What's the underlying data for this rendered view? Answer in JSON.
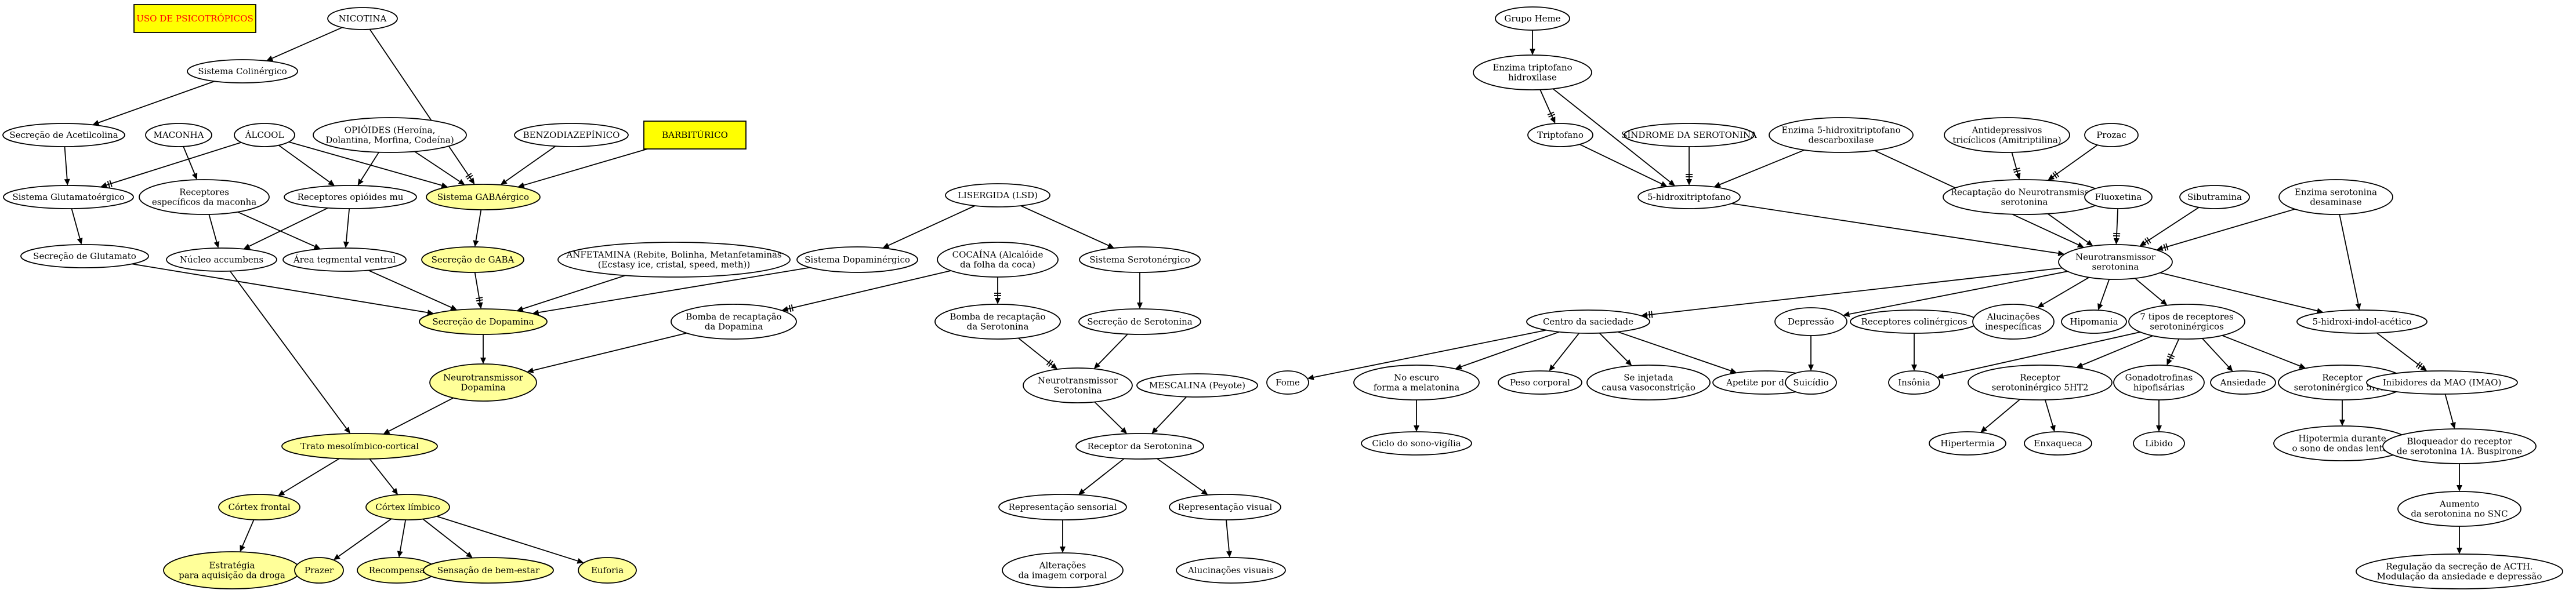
{
  "colors": {
    "node_fill": "#ffffff",
    "highlight_fill": "#ffff99",
    "box_fill": "#ffff00",
    "stroke": "#000000",
    "red_text": "#ff0000"
  },
  "nodes": [
    {
      "id": "uso",
      "lines": [
        "USO DE PSICOTRÓPICOS"
      ],
      "style": "redbox"
    },
    {
      "id": "nicotina",
      "lines": [
        "NICOTINA"
      ],
      "style": "plain"
    },
    {
      "id": "colinergico",
      "lines": [
        "Sistema Colinérgico"
      ],
      "style": "plain"
    },
    {
      "id": "sec_acetil",
      "lines": [
        "Secreção de Acetilcolina"
      ],
      "style": "plain"
    },
    {
      "id": "maconha",
      "lines": [
        "MACONHA"
      ],
      "style": "plain"
    },
    {
      "id": "alcool",
      "lines": [
        "ÁLCOOL"
      ],
      "style": "plain"
    },
    {
      "id": "opioides",
      "lines": [
        "OPIÓIDES (Heroína,",
        "Dolantina, Morfina, Codeína)"
      ],
      "style": "plain"
    },
    {
      "id": "benzo",
      "lines": [
        "BENZODIAZEPÍNICO"
      ],
      "style": "plain"
    },
    {
      "id": "barbiturico",
      "lines": [
        "BARBITÚRICO"
      ],
      "style": "box"
    },
    {
      "id": "glutamat",
      "lines": [
        "Sistema Glutamatoérgico"
      ],
      "style": "plain"
    },
    {
      "id": "rec_maconha",
      "lines": [
        "Receptores",
        "específicos da maconha"
      ],
      "style": "plain"
    },
    {
      "id": "rec_opioides",
      "lines": [
        "Receptores opióides mu"
      ],
      "style": "plain"
    },
    {
      "id": "gaba",
      "lines": [
        "Sistema GABAérgico"
      ],
      "style": "yellow"
    },
    {
      "id": "sec_glut",
      "lines": [
        "Secreção de Glutamato"
      ],
      "style": "plain"
    },
    {
      "id": "accumbens",
      "lines": [
        "Núcleo accumbens"
      ],
      "style": "plain"
    },
    {
      "id": "tegmental",
      "lines": [
        "Área tegmental ventral"
      ],
      "style": "plain"
    },
    {
      "id": "sec_gaba",
      "lines": [
        "Secreção de GABA"
      ],
      "style": "yellow"
    },
    {
      "id": "anfetamina",
      "lines": [
        "ANFETAMINA (Rebite, Bolinha, Metanfetaminas",
        "(Ecstasy ice, cristal, speed, meth))"
      ],
      "style": "plain"
    },
    {
      "id": "lsd",
      "lines": [
        "LISERGIDA (LSD)"
      ],
      "style": "plain"
    },
    {
      "id": "dopaminergico",
      "lines": [
        "Sistema Dopaminérgico"
      ],
      "style": "plain"
    },
    {
      "id": "cocaina",
      "lines": [
        "COCAÍNA (Alcalóide",
        "da folha da coca)"
      ],
      "style": "plain"
    },
    {
      "id": "serotonergico",
      "lines": [
        "Sistema Serotonérgico"
      ],
      "style": "plain"
    },
    {
      "id": "sec_dopamina",
      "lines": [
        "Secreção de Dopamina"
      ],
      "style": "yellow"
    },
    {
      "id": "bomba_dop",
      "lines": [
        "Bomba de recaptação",
        "da Dopamina"
      ],
      "style": "plain"
    },
    {
      "id": "bomba_ser",
      "lines": [
        "Bomba de recaptação",
        "da Serotonina"
      ],
      "style": "plain"
    },
    {
      "id": "sec_serotonina",
      "lines": [
        "Secreção de Serotonina"
      ],
      "style": "plain"
    },
    {
      "id": "neuro_dop",
      "lines": [
        "Neurotransmissor",
        "Dopamina"
      ],
      "style": "yellow"
    },
    {
      "id": "neuro_ser_l",
      "lines": [
        "Neurotransmissor",
        "Serotonina"
      ],
      "style": "plain"
    },
    {
      "id": "mescalina",
      "lines": [
        "MESCALINA (Peyote)"
      ],
      "style": "plain"
    },
    {
      "id": "trato",
      "lines": [
        "Trato mesolímbico-cortical"
      ],
      "style": "yellow"
    },
    {
      "id": "rec_serotonina",
      "lines": [
        "Receptor da Serotonina"
      ],
      "style": "plain"
    },
    {
      "id": "cortex_frontal",
      "lines": [
        "Córtex frontal"
      ],
      "style": "yellow"
    },
    {
      "id": "cortex_limbico",
      "lines": [
        "Córtex límbico"
      ],
      "style": "yellow"
    },
    {
      "id": "rep_sensorial",
      "lines": [
        "Representação sensorial"
      ],
      "style": "plain"
    },
    {
      "id": "rep_visual",
      "lines": [
        "Representação visual"
      ],
      "style": "plain"
    },
    {
      "id": "estrategia",
      "lines": [
        "Estratégia",
        "para aquisição da droga"
      ],
      "style": "yellow"
    },
    {
      "id": "prazer",
      "lines": [
        "Prazer"
      ],
      "style": "yellow"
    },
    {
      "id": "recompensa",
      "lines": [
        "Recompensa"
      ],
      "style": "yellow"
    },
    {
      "id": "bem_estar",
      "lines": [
        "Sensação de bem-estar"
      ],
      "style": "yellow"
    },
    {
      "id": "euforia",
      "lines": [
        "Euforia"
      ],
      "style": "yellow"
    },
    {
      "id": "alteracoes",
      "lines": [
        "Alterações",
        "da imagem corporal"
      ],
      "style": "plain"
    },
    {
      "id": "alucinacoes_vis",
      "lines": [
        "Alucinações visuais"
      ],
      "style": "plain"
    },
    {
      "id": "heme",
      "lines": [
        "Grupo Heme"
      ],
      "style": "plain"
    },
    {
      "id": "triptofano_hid",
      "lines": [
        "Enzima triptofano",
        "hidroxilase"
      ],
      "style": "plain"
    },
    {
      "id": "triptofano",
      "lines": [
        "Triptofano"
      ],
      "style": "plain"
    },
    {
      "id": "sindrome",
      "lines": [
        "SÍNDROME DA SEROTONINA"
      ],
      "style": "plain"
    },
    {
      "id": "descarbox",
      "lines": [
        "Enzima 5-hidroxitriptofano",
        "descarboxilase"
      ],
      "style": "plain"
    },
    {
      "id": "antidepressivos",
      "lines": [
        "Antidepressivos",
        "tricíclicos (Amitriptilina)"
      ],
      "style": "plain"
    },
    {
      "id": "prozac",
      "lines": [
        "Prozac"
      ],
      "style": "plain"
    },
    {
      "id": "htp5",
      "lines": [
        "5-hidroxitriptofano"
      ],
      "style": "plain"
    },
    {
      "id": "recaptacao",
      "lines": [
        "Recaptação do Neurotransmissor",
        "serotonina"
      ],
      "style": "plain"
    },
    {
      "id": "fluoxetina",
      "lines": [
        "Fluoxetina"
      ],
      "style": "plain"
    },
    {
      "id": "sibutramina",
      "lines": [
        "Sibutramina"
      ],
      "style": "plain"
    },
    {
      "id": "desaminase",
      "lines": [
        "Enzima serotonina",
        "desaminase"
      ],
      "style": "plain"
    },
    {
      "id": "neuro_ser_r",
      "lines": [
        "Neurotransmissor",
        "serotonina"
      ],
      "style": "plain"
    },
    {
      "id": "saciedade",
      "lines": [
        "Centro da saciedade"
      ],
      "style": "plain"
    },
    {
      "id": "depressao",
      "lines": [
        "Depressão"
      ],
      "style": "plain"
    },
    {
      "id": "rec_colin",
      "lines": [
        "Receptores colinérgicos"
      ],
      "style": "plain"
    },
    {
      "id": "alucinacoes_inesp",
      "lines": [
        "Alucinações",
        "inespecíficas"
      ],
      "style": "plain"
    },
    {
      "id": "hipomania",
      "lines": [
        "Hipomania"
      ],
      "style": "plain"
    },
    {
      "id": "tipos7",
      "lines": [
        "7 tipos de receptores",
        "serotoninérgicos"
      ],
      "style": "plain"
    },
    {
      "id": "hiaa",
      "lines": [
        "5-hidroxi-indol-acético"
      ],
      "style": "plain"
    },
    {
      "id": "fome",
      "lines": [
        "Fome"
      ],
      "style": "plain"
    },
    {
      "id": "escuro",
      "lines": [
        "No escuro",
        "forma a melatonina"
      ],
      "style": "plain"
    },
    {
      "id": "peso",
      "lines": [
        "Peso corporal"
      ],
      "style": "plain"
    },
    {
      "id": "injetada",
      "lines": [
        "Se injetada",
        "causa vasoconstrição"
      ],
      "style": "plain"
    },
    {
      "id": "apetite",
      "lines": [
        "Apetite por doces"
      ],
      "style": "plain"
    },
    {
      "id": "suicidio",
      "lines": [
        "Suicídio"
      ],
      "style": "plain"
    },
    {
      "id": "insonia",
      "lines": [
        "Insônia"
      ],
      "style": "plain"
    },
    {
      "id": "ht2",
      "lines": [
        "Receptor",
        "serotoninérgico 5HT2"
      ],
      "style": "plain"
    },
    {
      "id": "gonado",
      "lines": [
        "Gonadotrofinas",
        "hipofisárias"
      ],
      "style": "plain"
    },
    {
      "id": "ansiedade",
      "lines": [
        "Ansiedade"
      ],
      "style": "plain"
    },
    {
      "id": "ht1",
      "lines": [
        "Receptor",
        "serotoninérgico 5HT1"
      ],
      "style": "plain"
    },
    {
      "id": "imao",
      "lines": [
        "Inibidores da MAO (IMAO)"
      ],
      "style": "plain"
    },
    {
      "id": "ciclo",
      "lines": [
        "Ciclo do sono-vigília"
      ],
      "style": "plain"
    },
    {
      "id": "hipertermia",
      "lines": [
        "Hipertermia"
      ],
      "style": "plain"
    },
    {
      "id": "enxaqueca",
      "lines": [
        "Enxaqueca"
      ],
      "style": "plain"
    },
    {
      "id": "libido",
      "lines": [
        "Libido"
      ],
      "style": "plain"
    },
    {
      "id": "hipotermia",
      "lines": [
        "Hipotermia durante",
        "o sono de ondas lentas"
      ],
      "style": "plain"
    },
    {
      "id": "bloqueador",
      "lines": [
        "Bloqueador do receptor",
        "de serotonina 1A. Buspirone"
      ],
      "style": "plain"
    },
    {
      "id": "aumento",
      "lines": [
        "Aumento",
        "da serotonina no SNC"
      ],
      "style": "plain"
    },
    {
      "id": "regulacao",
      "lines": [
        "Regulação da secreção de ACTH.",
        "Modulação da ansiedade e depressão"
      ],
      "style": "plain"
    }
  ],
  "edges": [
    {
      "from": "nicotina",
      "to": "colinergico",
      "type": "normal"
    },
    {
      "from": "nicotina",
      "to": "gaba",
      "type": "inhibit"
    },
    {
      "from": "colinergico",
      "to": "sec_acetil",
      "type": "normal"
    },
    {
      "from": "sec_acetil",
      "to": "glutamat",
      "type": "normal"
    },
    {
      "from": "maconha",
      "to": "rec_maconha",
      "type": "normal"
    },
    {
      "from": "alcool",
      "to": "glutamat",
      "type": "inhibit"
    },
    {
      "from": "alcool",
      "to": "rec_opioides",
      "type": "normal"
    },
    {
      "from": "alcool",
      "to": "gaba",
      "type": "normal"
    },
    {
      "from": "opioides",
      "to": "rec_opioides",
      "type": "normal"
    },
    {
      "from": "opioides",
      "to": "gaba",
      "type": "normal"
    },
    {
      "from": "benzo",
      "to": "gaba",
      "type": "normal"
    },
    {
      "from": "barbiturico",
      "to": "gaba",
      "type": "normal"
    },
    {
      "from": "glutamat",
      "to": "sec_glut",
      "type": "normal"
    },
    {
      "from": "rec_maconha",
      "to": "accumbens",
      "type": "normal"
    },
    {
      "from": "rec_maconha",
      "to": "tegmental",
      "type": "normal"
    },
    {
      "from": "rec_opioides",
      "to": "accumbens",
      "type": "normal"
    },
    {
      "from": "rec_opioides",
      "to": "tegmental",
      "type": "normal"
    },
    {
      "from": "gaba",
      "to": "sec_gaba",
      "type": "normal"
    },
    {
      "from": "sec_gaba",
      "to": "sec_dopamina",
      "type": "inhibit"
    },
    {
      "from": "sec_glut",
      "to": "sec_dopamina",
      "type": "normal"
    },
    {
      "from": "accumbens",
      "to": "trato",
      "type": "normal"
    },
    {
      "from": "tegmental",
      "to": "sec_dopamina",
      "type": "normal"
    },
    {
      "from": "anfetamina",
      "to": "sec_dopamina",
      "type": "normal"
    },
    {
      "from": "dopaminergico",
      "to": "sec_dopamina",
      "type": "normal"
    },
    {
      "from": "lsd",
      "to": "dopaminergico",
      "type": "normal"
    },
    {
      "from": "lsd",
      "to": "serotonergico",
      "type": "normal"
    },
    {
      "from": "cocaina",
      "to": "bomba_dop",
      "type": "inhibit"
    },
    {
      "from": "cocaina",
      "to": "bomba_ser",
      "type": "inhibit"
    },
    {
      "from": "serotonergico",
      "to": "sec_serotonina",
      "type": "normal"
    },
    {
      "from": "sec_dopamina",
      "to": "neuro_dop",
      "type": "normal"
    },
    {
      "from": "bomba_dop",
      "to": "neuro_dop",
      "type": "normal"
    },
    {
      "from": "bomba_ser",
      "to": "neuro_ser_l",
      "type": "inhibit"
    },
    {
      "from": "sec_serotonina",
      "to": "neuro_ser_l",
      "type": "normal"
    },
    {
      "from": "neuro_dop",
      "to": "trato",
      "type": "normal"
    },
    {
      "from": "neuro_ser_l",
      "to": "rec_serotonina",
      "type": "normal"
    },
    {
      "from": "mescalina",
      "to": "rec_serotonina",
      "type": "normal"
    },
    {
      "from": "trato",
      "to": "cortex_frontal",
      "type": "normal"
    },
    {
      "from": "trato",
      "to": "cortex_limbico",
      "type": "normal"
    },
    {
      "from": "rec_serotonina",
      "to": "rep_sensorial",
      "type": "normal"
    },
    {
      "from": "rec_serotonina",
      "to": "rep_visual",
      "type": "normal"
    },
    {
      "from": "cortex_frontal",
      "to": "estrategia",
      "type": "normal"
    },
    {
      "from": "cortex_limbico",
      "to": "prazer",
      "type": "normal"
    },
    {
      "from": "cortex_limbico",
      "to": "recompensa",
      "type": "normal"
    },
    {
      "from": "cortex_limbico",
      "to": "bem_estar",
      "type": "normal"
    },
    {
      "from": "cortex_limbico",
      "to": "euforia",
      "type": "normal"
    },
    {
      "from": "rep_sensorial",
      "to": "alteracoes",
      "type": "normal"
    },
    {
      "from": "rep_visual",
      "to": "alucinacoes_vis",
      "type": "normal"
    },
    {
      "from": "heme",
      "to": "triptofano_hid",
      "type": "normal"
    },
    {
      "from": "triptofano_hid",
      "to": "triptofano",
      "type": "inhibit"
    },
    {
      "from": "triptofano_hid",
      "to": "htp5",
      "type": "normal"
    },
    {
      "from": "triptofano",
      "to": "htp5",
      "type": "normal"
    },
    {
      "from": "sindrome",
      "to": "htp5",
      "type": "inhibit"
    },
    {
      "from": "descarbox",
      "to": "htp5",
      "type": "normal"
    },
    {
      "from": "descarbox",
      "to": "neuro_ser_r",
      "type": "normal"
    },
    {
      "from": "antidepressivos",
      "to": "recaptacao",
      "type": "inhibit"
    },
    {
      "from": "prozac",
      "to": "recaptacao",
      "type": "inhibit"
    },
    {
      "from": "htp5",
      "to": "neuro_ser_r",
      "type": "normal"
    },
    {
      "from": "recaptacao",
      "to": "neuro_ser_r",
      "type": "normal"
    },
    {
      "from": "fluoxetina",
      "to": "neuro_ser_r",
      "type": "inhibit"
    },
    {
      "from": "sibutramina",
      "to": "neuro_ser_r",
      "type": "inhibit"
    },
    {
      "from": "desaminase",
      "to": "neuro_ser_r",
      "type": "inhibit"
    },
    {
      "from": "desaminase",
      "to": "hiaa",
      "type": "normal"
    },
    {
      "from": "neuro_ser_r",
      "to": "saciedade",
      "type": "inhibit"
    },
    {
      "from": "neuro_ser_r",
      "to": "depressao",
      "type": "normal"
    },
    {
      "from": "neuro_ser_r",
      "to": "alucinacoes_inesp",
      "type": "normal"
    },
    {
      "from": "neuro_ser_r",
      "to": "hipomania",
      "type": "normal"
    },
    {
      "from": "neuro_ser_r",
      "to": "tipos7",
      "type": "normal"
    },
    {
      "from": "neuro_ser_r",
      "to": "hiaa",
      "type": "normal"
    },
    {
      "from": "saciedade",
      "to": "fome",
      "type": "normal"
    },
    {
      "from": "saciedade",
      "to": "escuro",
      "type": "normal"
    },
    {
      "from": "saciedade",
      "to": "peso",
      "type": "normal"
    },
    {
      "from": "saciedade",
      "to": "injetada",
      "type": "normal"
    },
    {
      "from": "saciedade",
      "to": "apetite",
      "type": "normal"
    },
    {
      "from": "escuro",
      "to": "ciclo",
      "type": "normal"
    },
    {
      "from": "depressao",
      "to": "suicidio",
      "type": "normal"
    },
    {
      "from": "rec_colin",
      "to": "insonia",
      "type": "normal"
    },
    {
      "from": "tipos7",
      "to": "insonia",
      "type": "normal"
    },
    {
      "from": "tipos7",
      "to": "ht2",
      "type": "normal"
    },
    {
      "from": "tipos7",
      "to": "gonado",
      "type": "inhibit"
    },
    {
      "from": "tipos7",
      "to": "ansiedade",
      "type": "normal"
    },
    {
      "from": "tipos7",
      "to": "ht1",
      "type": "normal"
    },
    {
      "from": "ht2",
      "to": "hipertermia",
      "type": "normal"
    },
    {
      "from": "ht2",
      "to": "enxaqueca",
      "type": "normal"
    },
    {
      "from": "gonado",
      "to": "libido",
      "type": "normal"
    },
    {
      "from": "ht1",
      "to": "hipotermia",
      "type": "normal"
    },
    {
      "from": "hiaa",
      "to": "imao",
      "type": "inhibit"
    },
    {
      "from": "imao",
      "to": "bloqueador",
      "type": "normal"
    },
    {
      "from": "bloqueador",
      "to": "aumento",
      "type": "normal"
    },
    {
      "from": "aumento",
      "to": "regulacao",
      "type": "normal"
    }
  ]
}
